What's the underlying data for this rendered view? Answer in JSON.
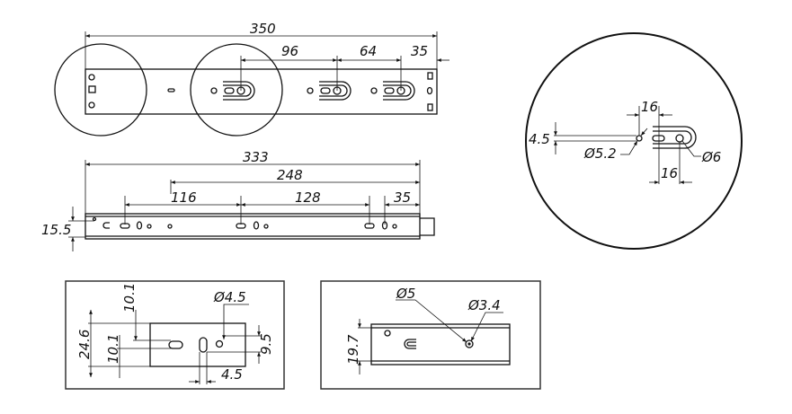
{
  "top_view": {
    "overall": "350",
    "spacing_1": "96",
    "spacing_2": "64",
    "end_offset": "35"
  },
  "side_view": {
    "overall": "333",
    "span": "248",
    "spacing_1": "116",
    "spacing_2": "128",
    "end_offset": "35",
    "height": "15.5"
  },
  "detail_circle": {
    "pitch_top": "16",
    "pitch_bottom": "16",
    "offset": "4.5",
    "hole_small": "Ø5.2",
    "hole_large": "Ø6"
  },
  "detail_box_left": {
    "hole": "Ø4.5",
    "height": "24.6",
    "upper_offset": "10.1",
    "lower_offset": "10.1",
    "right_offset": "9.5",
    "slot_width": "4.5"
  },
  "detail_box_right": {
    "outer_hole": "Ø5",
    "inner_hole": "Ø3.4",
    "height": "19.7"
  },
  "colors": {
    "line": "#111111",
    "background": "#ffffff"
  }
}
